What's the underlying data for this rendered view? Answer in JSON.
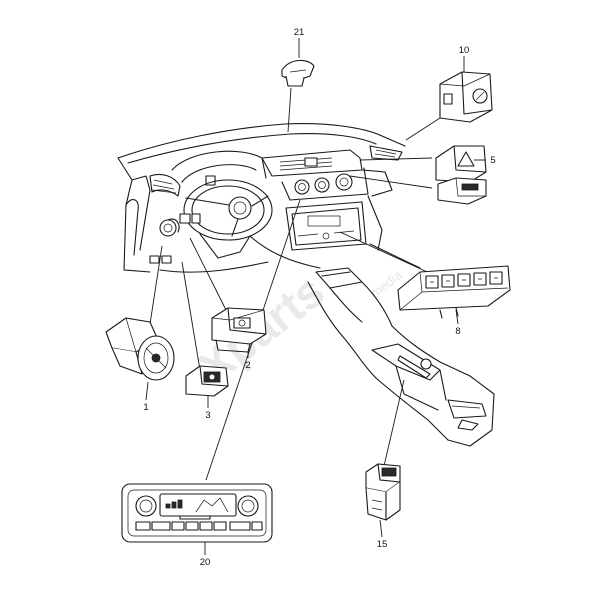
{
  "watermark": "Xparts",
  "watermark_sub": "media",
  "callouts": [
    {
      "id": "p1",
      "label": "1"
    },
    {
      "id": "p2",
      "label": "2"
    },
    {
      "id": "p3",
      "label": "3"
    },
    {
      "id": "p5",
      "label": "5"
    },
    {
      "id": "p8",
      "label": "8"
    },
    {
      "id": "p10",
      "label": "10"
    },
    {
      "id": "p15",
      "label": "15"
    },
    {
      "id": "p20",
      "label": "20"
    },
    {
      "id": "p21",
      "label": "21"
    }
  ]
}
